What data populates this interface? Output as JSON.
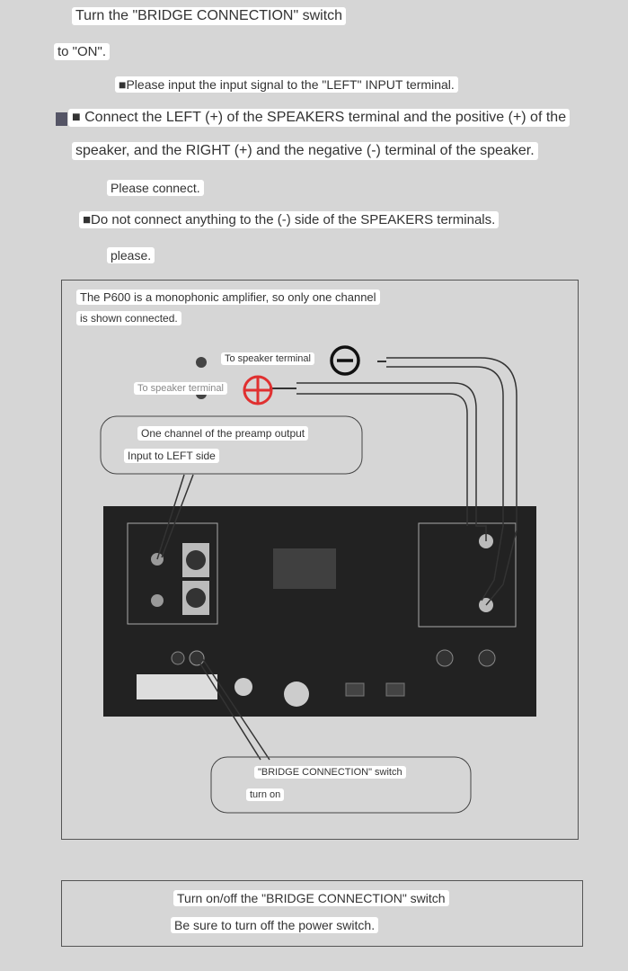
{
  "instructions": {
    "line1": "Turn the \"BRIDGE CONNECTION\" switch",
    "line2": "to \"ON\".",
    "line3": "■Please input the input signal to the \"LEFT\" INPUT terminal.",
    "line4": "■ Connect the LEFT (+) of the SPEAKERS terminal and the positive (+) of the",
    "line5": "speaker, and the RIGHT (+) and the negative (-) terminal of the speaker.",
    "line6": "Please connect.",
    "line7": "■Do not connect anything to the (-) side of the SPEAKERS terminals.",
    "line8": "please."
  },
  "diagram": {
    "note1": "The P600 is a monophonic amplifier, so only one channel",
    "note2": "is shown connected.",
    "speaker_neg_label": "To speaker terminal",
    "speaker_pos_label": "To speaker terminal",
    "callout_input_1": "One channel of the preamp output",
    "callout_input_2": "Input to LEFT side",
    "callout_switch_1": "\"BRIDGE CONNECTION\" switch",
    "callout_switch_2": "turn on"
  },
  "footer": {
    "line1": "Turn on/off the \"BRIDGE CONNECTION\" switch",
    "line2": "Be sure to turn off the power switch."
  }
}
